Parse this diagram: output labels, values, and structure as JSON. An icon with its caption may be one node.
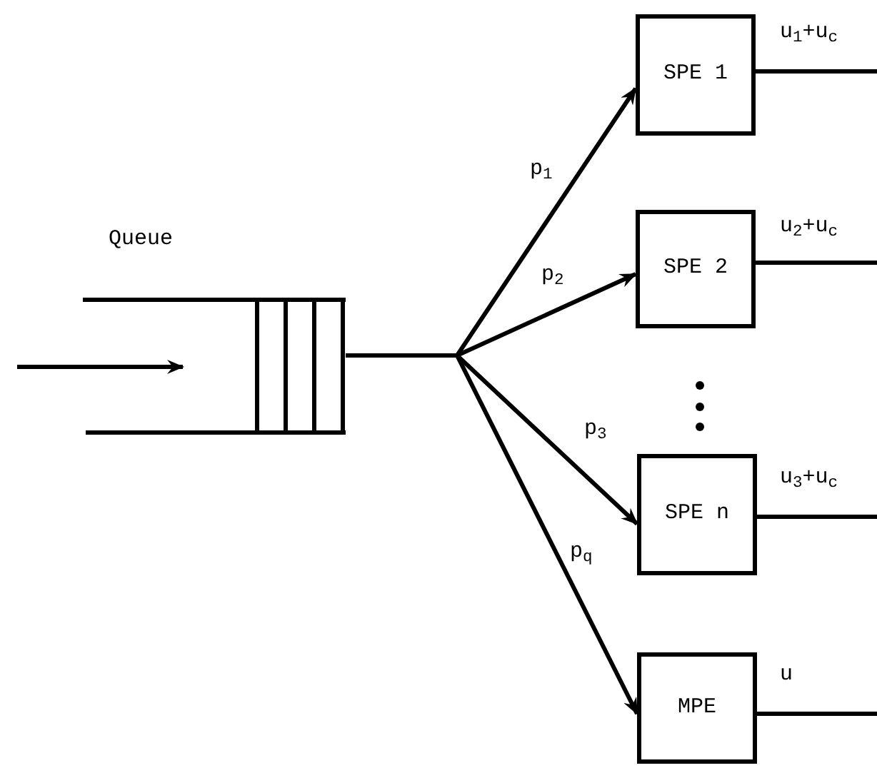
{
  "diagram": {
    "nodes": [
      {
        "text": [
          "Queue"
        ]
      },
      {
        "text": [
          "SPE 1"
        ]
      },
      {
        "text": [
          "SPE 2"
        ]
      },
      {
        "text": [
          "SPE n"
        ]
      },
      {
        "text": [
          "MPE"
        ]
      }
    ],
    "edges": [
      {
        "from": null,
        "to": 0,
        "arrow": "to"
      },
      {
        "from": 0,
        "to": 1,
        "arrow": "to",
        "label": "p$_{1}$"
      },
      {
        "from": 0,
        "to": 2,
        "arrow": "to",
        "label": "p$_{2}$"
      },
      {
        "from": 0,
        "to": 3,
        "arrow": "to",
        "label": "p$_{3}$"
      },
      {
        "from": 0,
        "to": 4,
        "arrow": "to",
        "label": "p$_{q}$"
      },
      {
        "from": 1,
        "to": null,
        "arrow": "none",
        "label": "u$_{1}$+u$_{c}$"
      },
      {
        "from": 2,
        "to": null,
        "arrow": "none",
        "label": "u$_{2}$+u$_{c}$"
      },
      {
        "from": 3,
        "to": null,
        "arrow": "none",
        "label": "u$_{3}$+u$_{c}$"
      },
      {
        "from": 4,
        "to": null,
        "arrow": "none",
        "label": "u"
      }
    ]
  }
}
